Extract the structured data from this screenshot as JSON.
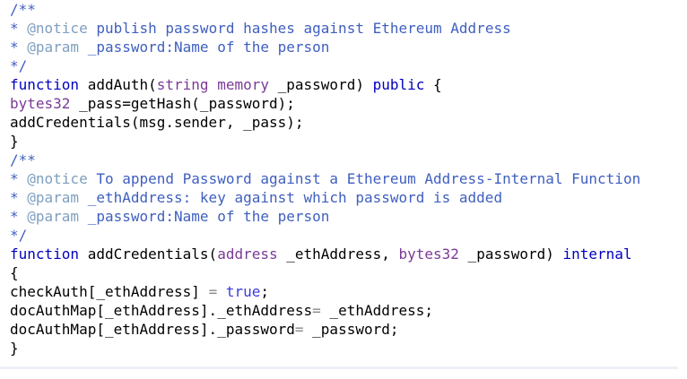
{
  "colors": {
    "default": "#000000",
    "keyword": "#0000c0",
    "type": "#7a3a96",
    "comment": "#3f5fbf",
    "comment_tag": "#7f9fbf",
    "bool": "#3b3bdb",
    "operator": "#888888"
  },
  "code_lines": [
    [
      {
        "text": "/**",
        "kind": "comment"
      }
    ],
    [
      {
        "text": "* ",
        "kind": "comment"
      },
      {
        "text": "@notice",
        "kind": "comment_tag"
      },
      {
        "text": " publish password hashes against Ethereum Address",
        "kind": "comment"
      }
    ],
    [
      {
        "text": "* ",
        "kind": "comment"
      },
      {
        "text": "@param",
        "kind": "comment_tag"
      },
      {
        "text": " _password:Name of the person",
        "kind": "comment"
      }
    ],
    [
      {
        "text": "*/",
        "kind": "comment"
      }
    ],
    [
      {
        "text": "function",
        "kind": "keyword"
      },
      {
        "text": " addAuth(",
        "kind": "default"
      },
      {
        "text": "string",
        "kind": "type"
      },
      {
        "text": " ",
        "kind": "default"
      },
      {
        "text": "memory",
        "kind": "type"
      },
      {
        "text": " _password) ",
        "kind": "default"
      },
      {
        "text": "public",
        "kind": "keyword"
      },
      {
        "text": " {",
        "kind": "default"
      }
    ],
    [
      {
        "text": "bytes32",
        "kind": "type"
      },
      {
        "text": " _pass=getHash(_password);",
        "kind": "default"
      }
    ],
    [
      {
        "text": "addCredentials(msg.sender, _pass);",
        "kind": "default"
      }
    ],
    [
      {
        "text": "}",
        "kind": "default"
      }
    ],
    [
      {
        "text": "/**",
        "kind": "comment"
      }
    ],
    [
      {
        "text": "* ",
        "kind": "comment"
      },
      {
        "text": "@notice",
        "kind": "comment_tag"
      },
      {
        "text": " To append Password against a Ethereum Address-Internal Function",
        "kind": "comment"
      }
    ],
    [
      {
        "text": "* ",
        "kind": "comment"
      },
      {
        "text": "@param",
        "kind": "comment_tag"
      },
      {
        "text": " _ethAddress: key against which password is added",
        "kind": "comment"
      }
    ],
    [
      {
        "text": "* ",
        "kind": "comment"
      },
      {
        "text": "@param",
        "kind": "comment_tag"
      },
      {
        "text": " _password:Name of the person",
        "kind": "comment"
      }
    ],
    [
      {
        "text": "*/",
        "kind": "comment"
      }
    ],
    [
      {
        "text": "function",
        "kind": "keyword"
      },
      {
        "text": " addCredentials(",
        "kind": "default"
      },
      {
        "text": "address",
        "kind": "type"
      },
      {
        "text": " _ethAddress, ",
        "kind": "default"
      },
      {
        "text": "bytes32",
        "kind": "type"
      },
      {
        "text": " _password) ",
        "kind": "default"
      },
      {
        "text": "internal",
        "kind": "keyword"
      }
    ],
    [
      {
        "text": "{",
        "kind": "default"
      }
    ],
    [
      {
        "text": "checkAuth[_ethAddress] ",
        "kind": "default"
      },
      {
        "text": "=",
        "kind": "operator"
      },
      {
        "text": " ",
        "kind": "default"
      },
      {
        "text": "true",
        "kind": "bool"
      },
      {
        "text": ";",
        "kind": "default"
      }
    ],
    [
      {
        "text": "docAuthMap[_ethAddress]._ethAddress",
        "kind": "default"
      },
      {
        "text": "=",
        "kind": "operator"
      },
      {
        "text": " _ethAddress;",
        "kind": "default"
      }
    ],
    [
      {
        "text": "docAuthMap[_ethAddress]._password",
        "kind": "default"
      },
      {
        "text": "=",
        "kind": "operator"
      },
      {
        "text": " _password;",
        "kind": "default"
      }
    ],
    [
      {
        "text": "}",
        "kind": "default"
      }
    ]
  ]
}
